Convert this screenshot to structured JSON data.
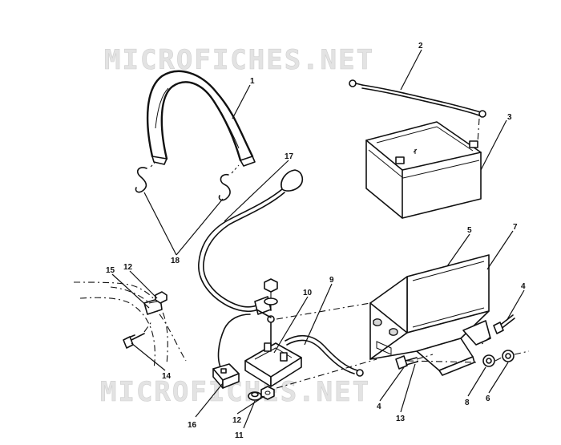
{
  "watermark": {
    "text": "MICROFICHES.NET"
  },
  "callouts": [
    "1",
    "2",
    "3",
    "4",
    "4",
    "5",
    "6",
    "7",
    "8",
    "9",
    "10",
    "11",
    "12",
    "12",
    "13",
    "14",
    "15",
    "16",
    "17",
    "18"
  ]
}
